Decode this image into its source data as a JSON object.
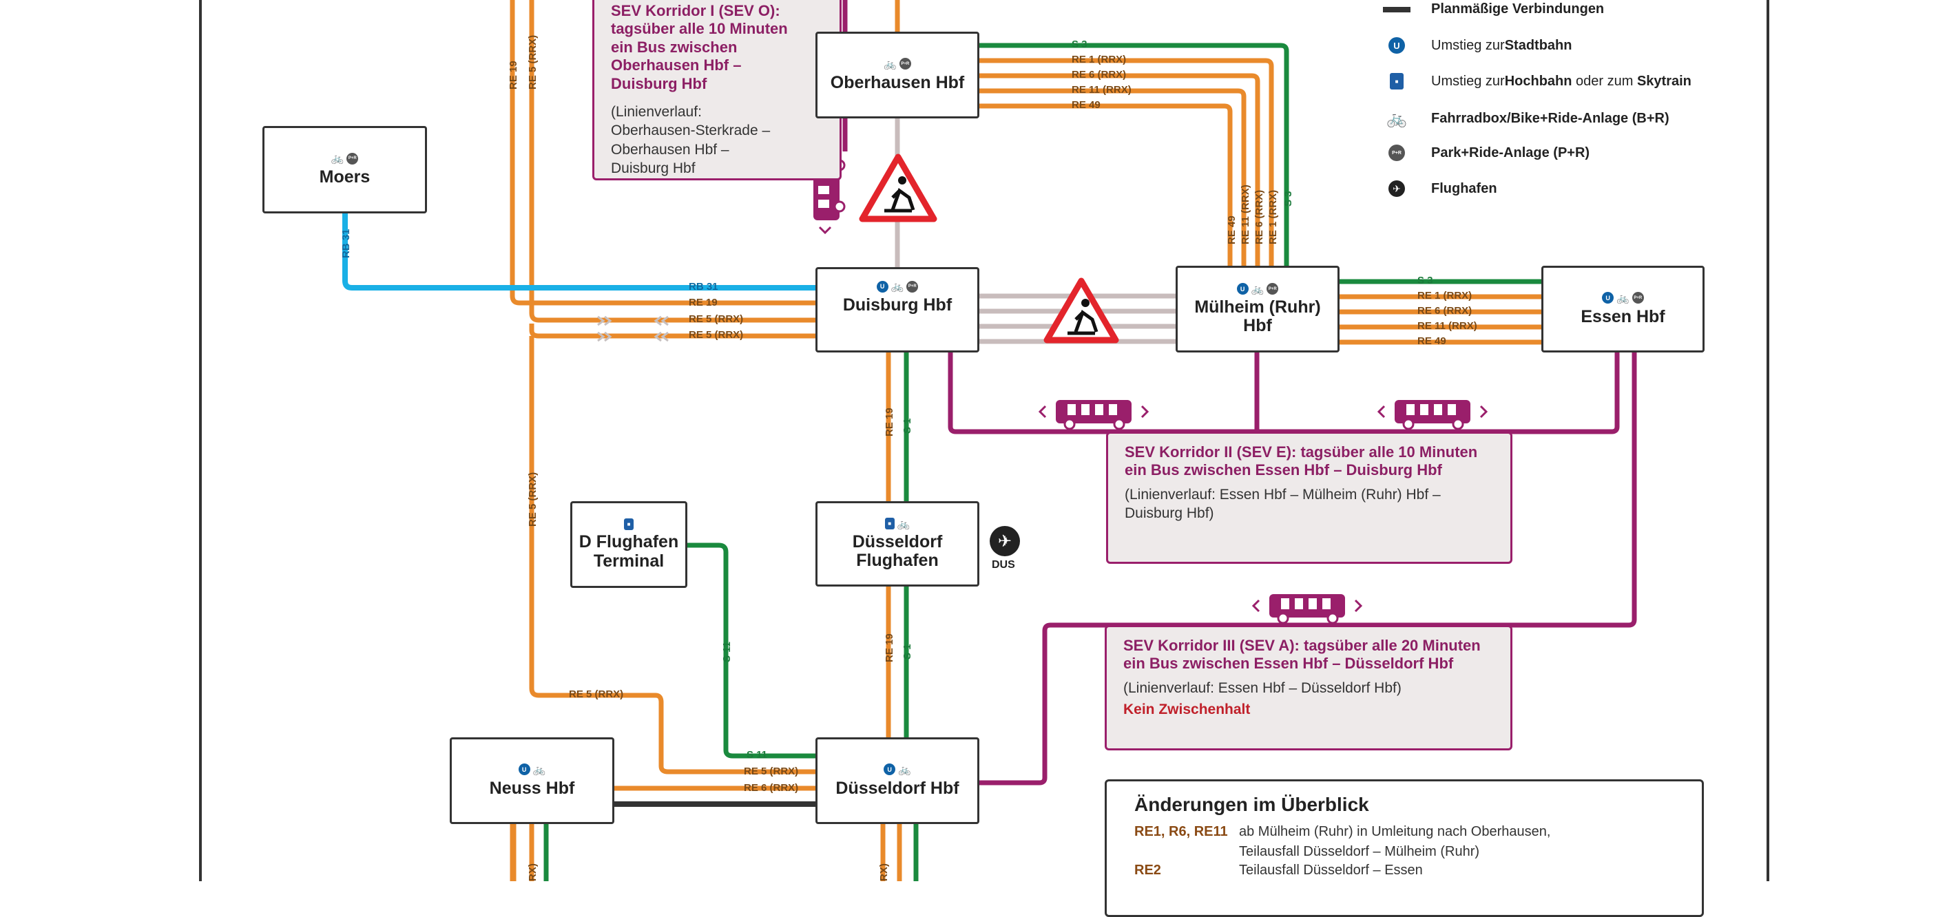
{
  "colors": {
    "orange": "#e98a2b",
    "green": "#1a8a3e",
    "blue": "#1ab0e6",
    "purple": "#9a1f6b",
    "gray": "#c8bcbc",
    "black": "#333333",
    "box_fill": "#eeeaea"
  },
  "stations": {
    "moers": {
      "name": "Moers",
      "icons": [
        "bike-icon",
        "park-ride-icon"
      ]
    },
    "oberhausen": {
      "name": "Oberhausen Hbf",
      "icons": [
        "bike-icon",
        "park-ride-icon"
      ]
    },
    "duisburg": {
      "name": "Duisburg Hbf",
      "icons": [
        "u-bahn-icon",
        "bike-icon",
        "park-ride-icon"
      ]
    },
    "muelheim": {
      "name_line1": "Mülheim (Ruhr)",
      "name_line2": "Hbf",
      "icons": [
        "u-bahn-icon",
        "bike-icon",
        "park-ride-icon"
      ]
    },
    "essen": {
      "name": "Essen Hbf",
      "icons": [
        "u-bahn-icon",
        "bike-icon",
        "park-ride-icon"
      ]
    },
    "d_flughafen_terminal": {
      "name_line1": "D Flughafen",
      "name_line2": "Terminal",
      "icons": [
        "skytrain-icon"
      ]
    },
    "duesseldorf_flughafen": {
      "name_line1": "Düsseldorf",
      "name_line2": "Flughafen",
      "icons": [
        "skytrain-icon",
        "bike-icon"
      ]
    },
    "neuss": {
      "name": "Neuss Hbf",
      "icons": [
        "u-bahn-icon",
        "bike-icon"
      ]
    },
    "duesseldorf": {
      "name": "Düsseldorf Hbf",
      "icons": [
        "u-bahn-icon",
        "bike-icon"
      ]
    }
  },
  "line_labels": {
    "ob_s3": "S 3",
    "ob_re1": "RE 1 (RRX)",
    "ob_re6": "RE 6 (RRX)",
    "ob_re11": "RE 11 (RRX)",
    "ob_re49": "RE 49",
    "mh_re49": "RE 49",
    "mh_re11": "RE 11 (RRX)",
    "mh_re6": "RE 6 (RRX)",
    "mh_re1": "RE 1 (RRX)",
    "mh_s3": "S 3",
    "es_s3": "S 3",
    "es_re1": "RE 1 (RRX)",
    "es_re6": "RE 6 (RRX)",
    "es_re11": "RE 11 (RRX)",
    "es_re49": "RE 49",
    "rb31_v": "RB 31",
    "rb31_h": "RB 31",
    "du_re19": "RE 19",
    "du_re5a": "RE 5 (RRX)",
    "du_re5b": "RE 5 (RRX)",
    "west_re19": "RE 19",
    "west_re5": "RE 5 (RRX)",
    "west_re5_lower": "RE 5 (RRX)",
    "du_dus_re19": "RE 19",
    "du_dus_s1": "S 1",
    "fl_re19": "RE 19",
    "fl_s1": "S 1",
    "s11_v": "S 11",
    "s11_h": "S 11",
    "re5_diag": "RE 5 (RRX)",
    "neuss_re5": "RE 5 (RRX)",
    "neuss_re6": "RE 6 (RRX)",
    "bottom_left_rx": "RX)",
    "bottom_mid_rx": "RX)"
  },
  "sev_1": {
    "title_lines": [
      "SEV Korridor I (SEV O):",
      "tagsüber alle 10 Minuten",
      "ein Bus zwischen",
      "Oberhausen Hbf –",
      "Duisburg Hbf"
    ],
    "route_lines": [
      "(Linienverlauf:",
      "Oberhausen-Sterkrade –",
      "Oberhausen Hbf –",
      "Duisburg Hbf"
    ]
  },
  "sev_2": {
    "title_line1": "SEV Korridor II (SEV E): tagsüber alle 10 Minuten",
    "title_line2": "ein Bus zwischen Essen Hbf – Duisburg Hbf",
    "route_line1": "(Linienverlauf: Essen Hbf – Mülheim (Ruhr) Hbf –",
    "route_line2": "Duisburg Hbf)"
  },
  "sev_3": {
    "title_line1": "SEV Korridor III (SEV A): tagsüber alle 20 Minuten",
    "title_line2": "ein Bus zwischen Essen Hbf – Düsseldorf Hbf",
    "route": "(Linienverlauf: Essen Hbf – Düsseldorf Hbf)",
    "note": "Kein Zwischenhalt"
  },
  "airport": {
    "label": "DUS",
    "icon": "airplane-icon"
  },
  "legend": [
    {
      "icon": "scheduled-line-icon",
      "pre": "",
      "bold": "Planmäßige Verbindungen",
      "post": "",
      "mid": ""
    },
    {
      "icon": "u-bahn-icon",
      "pre": "Umstieg zur ",
      "bold": "Stadtbahn",
      "post": "",
      "mid": ""
    },
    {
      "icon": "skytrain-icon",
      "pre": "Umstieg zur ",
      "bold": "Hochbahn",
      "mid": " oder zum ",
      "post": "Skytrain"
    },
    {
      "icon": "bike-icon",
      "pre": "",
      "bold": "Fahrradbox/Bike+Ride-Anlage (B+R)",
      "post": "",
      "mid": ""
    },
    {
      "icon": "park-ride-icon",
      "pre": "",
      "bold": "Park+Ride-Anlage (P+R)",
      "post": "",
      "mid": ""
    },
    {
      "icon": "airplane-icon",
      "pre": "",
      "bold": "Flughafen",
      "post": "",
      "mid": ""
    }
  ],
  "changes": {
    "title": "Änderungen im Überblick",
    "rows": [
      {
        "key": "RE1, R6, RE11",
        "text_line1": "ab Mülheim (Ruhr) in Umleitung nach Oberhausen,",
        "text_line2": "Teilausfall Düsseldorf – Mülheim (Ruhr)"
      },
      {
        "key": "RE2",
        "text_line1": "Teilausfall Düsseldorf – Essen",
        "text_line2": ""
      }
    ]
  }
}
